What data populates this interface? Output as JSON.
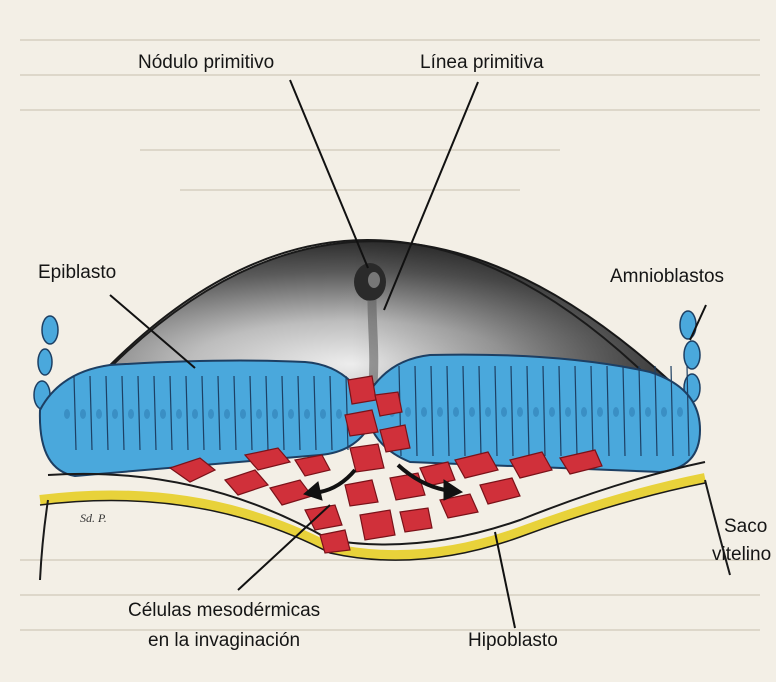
{
  "labels": {
    "nodulo": "Nódulo primitivo",
    "linea": "Línea primitiva",
    "epiblasto": "Epiblasto",
    "amnioblastos": "Amnioblastos",
    "saco_line1": "Saco",
    "saco_line2": "vitelino",
    "celulas_line1": "Células mesodérmicas",
    "celulas_line2": "en la invaginación",
    "hipoblasto": "Hipoblasto"
  },
  "colors": {
    "page": "#f3efe6",
    "amniotic_dark": "#3a3a3a",
    "epiblast": "#4aa8dc",
    "epiblast_outline": "#1d3f63",
    "mesoderm": "#d0303a",
    "hypoblast": "#e8d23a",
    "arrow": "#111111"
  }
}
